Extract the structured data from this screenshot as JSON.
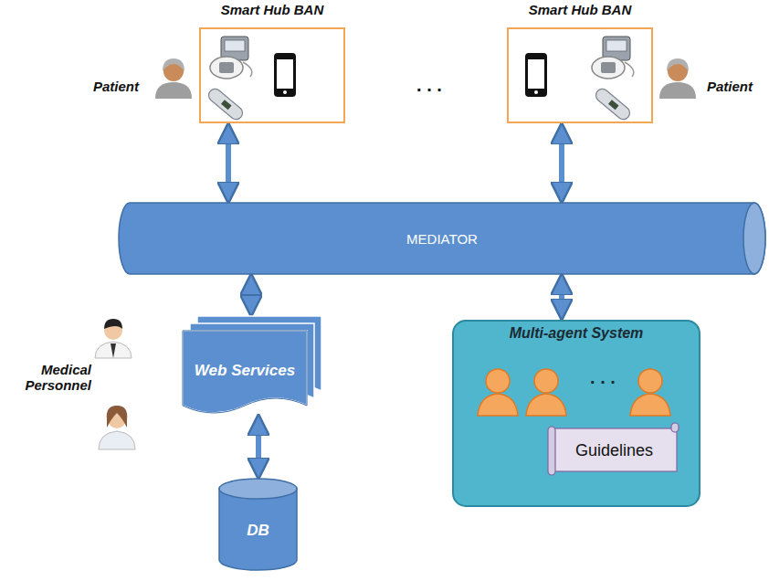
{
  "diagram": {
    "nodes": [
      {
        "text": [
          "Smart Hub BAN"
        ]
      },
      {
        "text": [
          "Smart Hub BAN"
        ]
      },
      {
        "text": [
          "MEDIATOR"
        ]
      },
      {
        "text": [
          "Web Services"
        ]
      },
      {
        "text": [
          "DB"
        ]
      },
      {
        "text": [
          "Multi-agent System"
        ]
      },
      {
        "text": [
          "Guidelines"
        ],
        "in": 5
      }
    ],
    "edges": [
      {
        "from": 0,
        "to": 2,
        "arrow": "both"
      },
      {
        "from": 1,
        "to": 2,
        "arrow": "both"
      },
      {
        "from": 2,
        "to": 3,
        "arrow": "both"
      },
      {
        "from": 3,
        "to": 4,
        "arrow": "both"
      },
      {
        "from": 2,
        "to": 5,
        "arrow": "both"
      }
    ],
    "labels": [
      "Patient",
      "Patient",
      ". . .",
      "Medical Personnel",
      ". . ."
    ]
  }
}
